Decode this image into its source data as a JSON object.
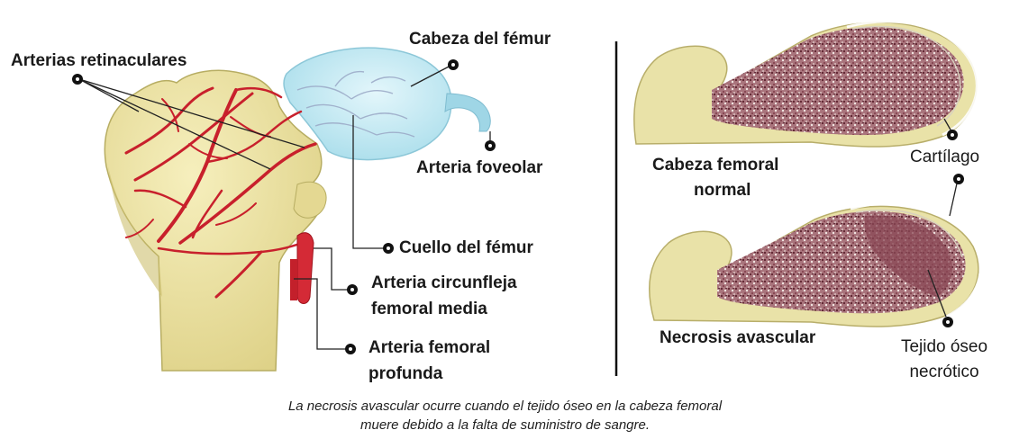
{
  "labels": {
    "arterias_retinaculares": "Arterias retinaculares",
    "cabeza_del_femur": "Cabeza del fémur",
    "arteria_foveolar": "Arteria foveolar",
    "cuello_del_femur": "Cuello del fémur",
    "arteria_circunfleja_line1": "Arteria circunfleja",
    "arteria_circunfleja_line2": "femoral media",
    "arteria_femoral_line1": "Arteria femoral",
    "arteria_femoral_line2": "profunda",
    "cabeza_normal_line1": "Cabeza femoral",
    "cabeza_normal_line2": "normal",
    "cartilago": "Cartílago",
    "necrosis_avascular": "Necrosis avascular",
    "tejido_line1": "Tejido óseo",
    "tejido_line2": "necrótico"
  },
  "caption": {
    "line1": "La necrosis avascular ocurre cuando el tejido óseo en la cabeza femoral",
    "line2": "muere debido a la falta de suministro de sangre."
  },
  "colors": {
    "bone": "#eee6a6",
    "bone_shadow": "#cfc57c",
    "cartilage_head": "#bfe8f2",
    "artery": "#c8202c",
    "trabecular": "#7a3a45",
    "divider": "#111111"
  }
}
